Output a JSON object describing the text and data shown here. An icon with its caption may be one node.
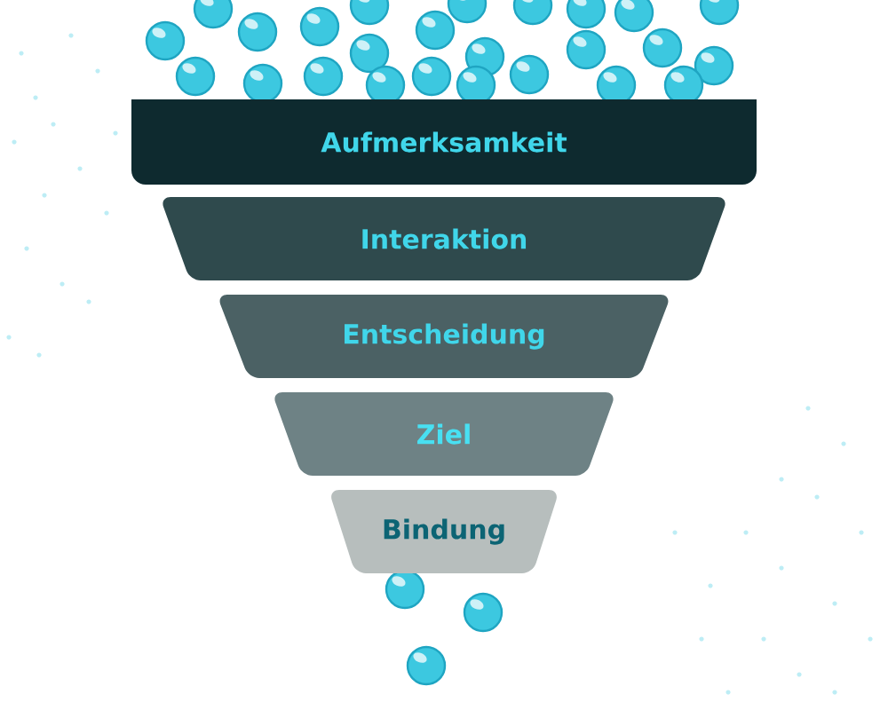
{
  "diagram": {
    "nodes": [
      {
        "text": [
          "Aufmerksamkeit"
        ]
      },
      {
        "text": [
          "Interaktion"
        ]
      },
      {
        "text": [
          "Entscheidung"
        ]
      },
      {
        "text": [
          "Ziel"
        ]
      },
      {
        "text": [
          "Bindung"
        ]
      }
    ]
  }
}
